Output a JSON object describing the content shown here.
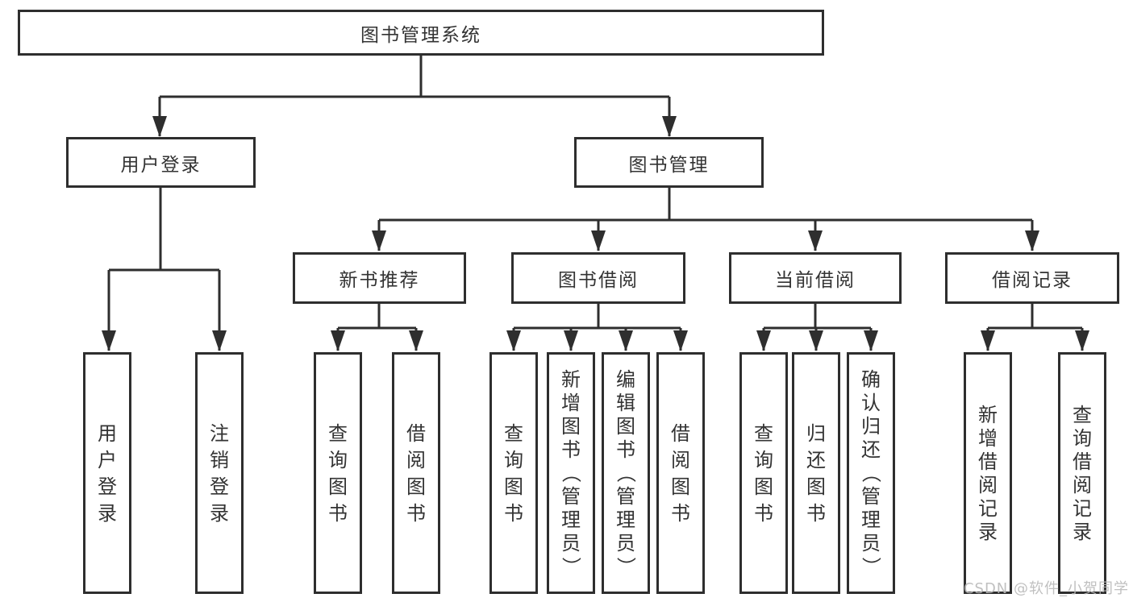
{
  "colors": {
    "line": "#2e2e2e",
    "box_border": "#2e2e2e",
    "box_fill": "#ffffff",
    "text": "#333333",
    "watermark": "#b9b9b9"
  },
  "root": {
    "label": "图书管理系统",
    "children": [
      {
        "label": "用户登录",
        "children": [
          {
            "label": "用户登录"
          },
          {
            "label": "注销登录"
          }
        ]
      },
      {
        "label": "图书管理",
        "children": [
          {
            "label": "新书推荐",
            "children": [
              {
                "label": "查询图书"
              },
              {
                "label": "借阅图书"
              }
            ]
          },
          {
            "label": "图书借阅",
            "children": [
              {
                "label": "查询图书"
              },
              {
                "label": "新增图书（管理员）"
              },
              {
                "label": "编辑图书（管理员）"
              },
              {
                "label": "借阅图书"
              }
            ]
          },
          {
            "label": "当前借阅",
            "children": [
              {
                "label": "查询图书"
              },
              {
                "label": "归还图书"
              },
              {
                "label": "确认归还（管理员）"
              }
            ]
          },
          {
            "label": "借阅记录",
            "children": [
              {
                "label": "新增借阅记录"
              },
              {
                "label": "查询借阅记录"
              }
            ]
          }
        ]
      }
    ]
  },
  "watermark": "CSDN @软件_小贺同学"
}
